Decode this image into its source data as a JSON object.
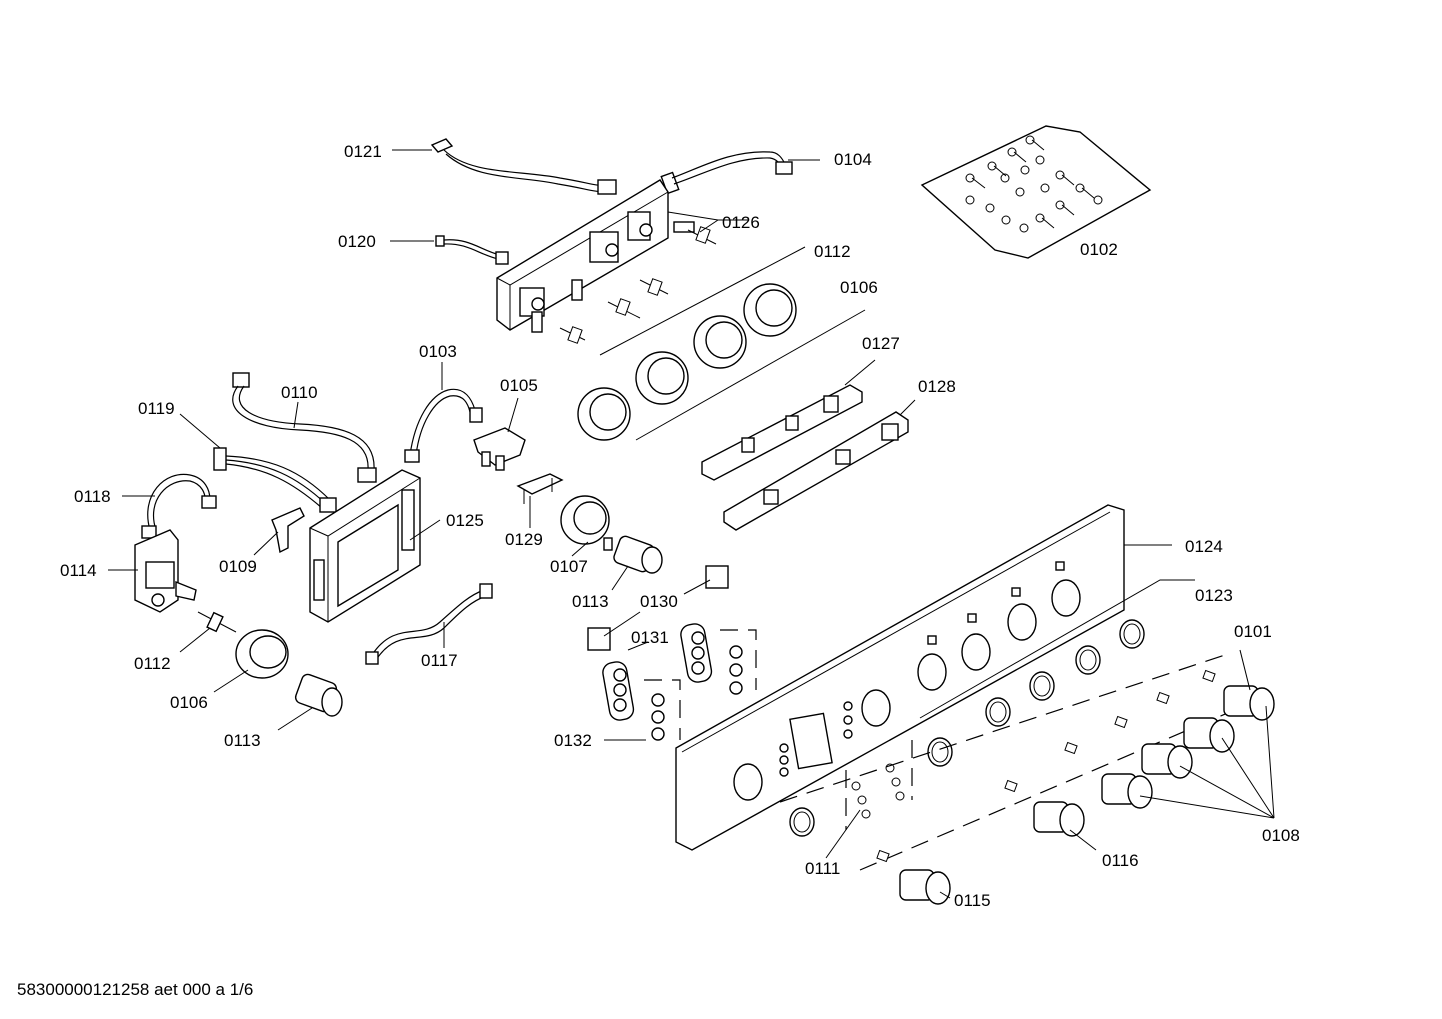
{
  "callouts": [
    {
      "id": "0121",
      "label": "0121"
    },
    {
      "id": "0104",
      "label": "0104"
    },
    {
      "id": "0102",
      "label": "0102"
    },
    {
      "id": "0120",
      "label": "0120"
    },
    {
      "id": "0126",
      "label": "0126"
    },
    {
      "id": "0112a",
      "label": "0112"
    },
    {
      "id": "0106a",
      "label": "0106"
    },
    {
      "id": "0127",
      "label": "0127"
    },
    {
      "id": "0103",
      "label": "0103"
    },
    {
      "id": "0128",
      "label": "0128"
    },
    {
      "id": "0110",
      "label": "0110"
    },
    {
      "id": "0105",
      "label": "0105"
    },
    {
      "id": "0119",
      "label": "0119"
    },
    {
      "id": "0118",
      "label": "0118"
    },
    {
      "id": "0125",
      "label": "0125"
    },
    {
      "id": "0129",
      "label": "0129"
    },
    {
      "id": "0124",
      "label": "0124"
    },
    {
      "id": "0109",
      "label": "0109"
    },
    {
      "id": "0107",
      "label": "0107"
    },
    {
      "id": "0114",
      "label": "0114"
    },
    {
      "id": "0113a",
      "label": "0113"
    },
    {
      "id": "0130",
      "label": "0130"
    },
    {
      "id": "0123",
      "label": "0123"
    },
    {
      "id": "0131",
      "label": "0131"
    },
    {
      "id": "0101",
      "label": "0101"
    },
    {
      "id": "0112b",
      "label": "0112"
    },
    {
      "id": "0117",
      "label": "0117"
    },
    {
      "id": "0106b",
      "label": "0106"
    },
    {
      "id": "0113b",
      "label": "0113"
    },
    {
      "id": "0132",
      "label": "0132"
    },
    {
      "id": "0108",
      "label": "0108"
    },
    {
      "id": "0116",
      "label": "0116"
    },
    {
      "id": "0111",
      "label": "0111"
    },
    {
      "id": "0115",
      "label": "0115"
    }
  ],
  "footer": {
    "document_id": "58300000121258 aet 000 a 1/6"
  }
}
